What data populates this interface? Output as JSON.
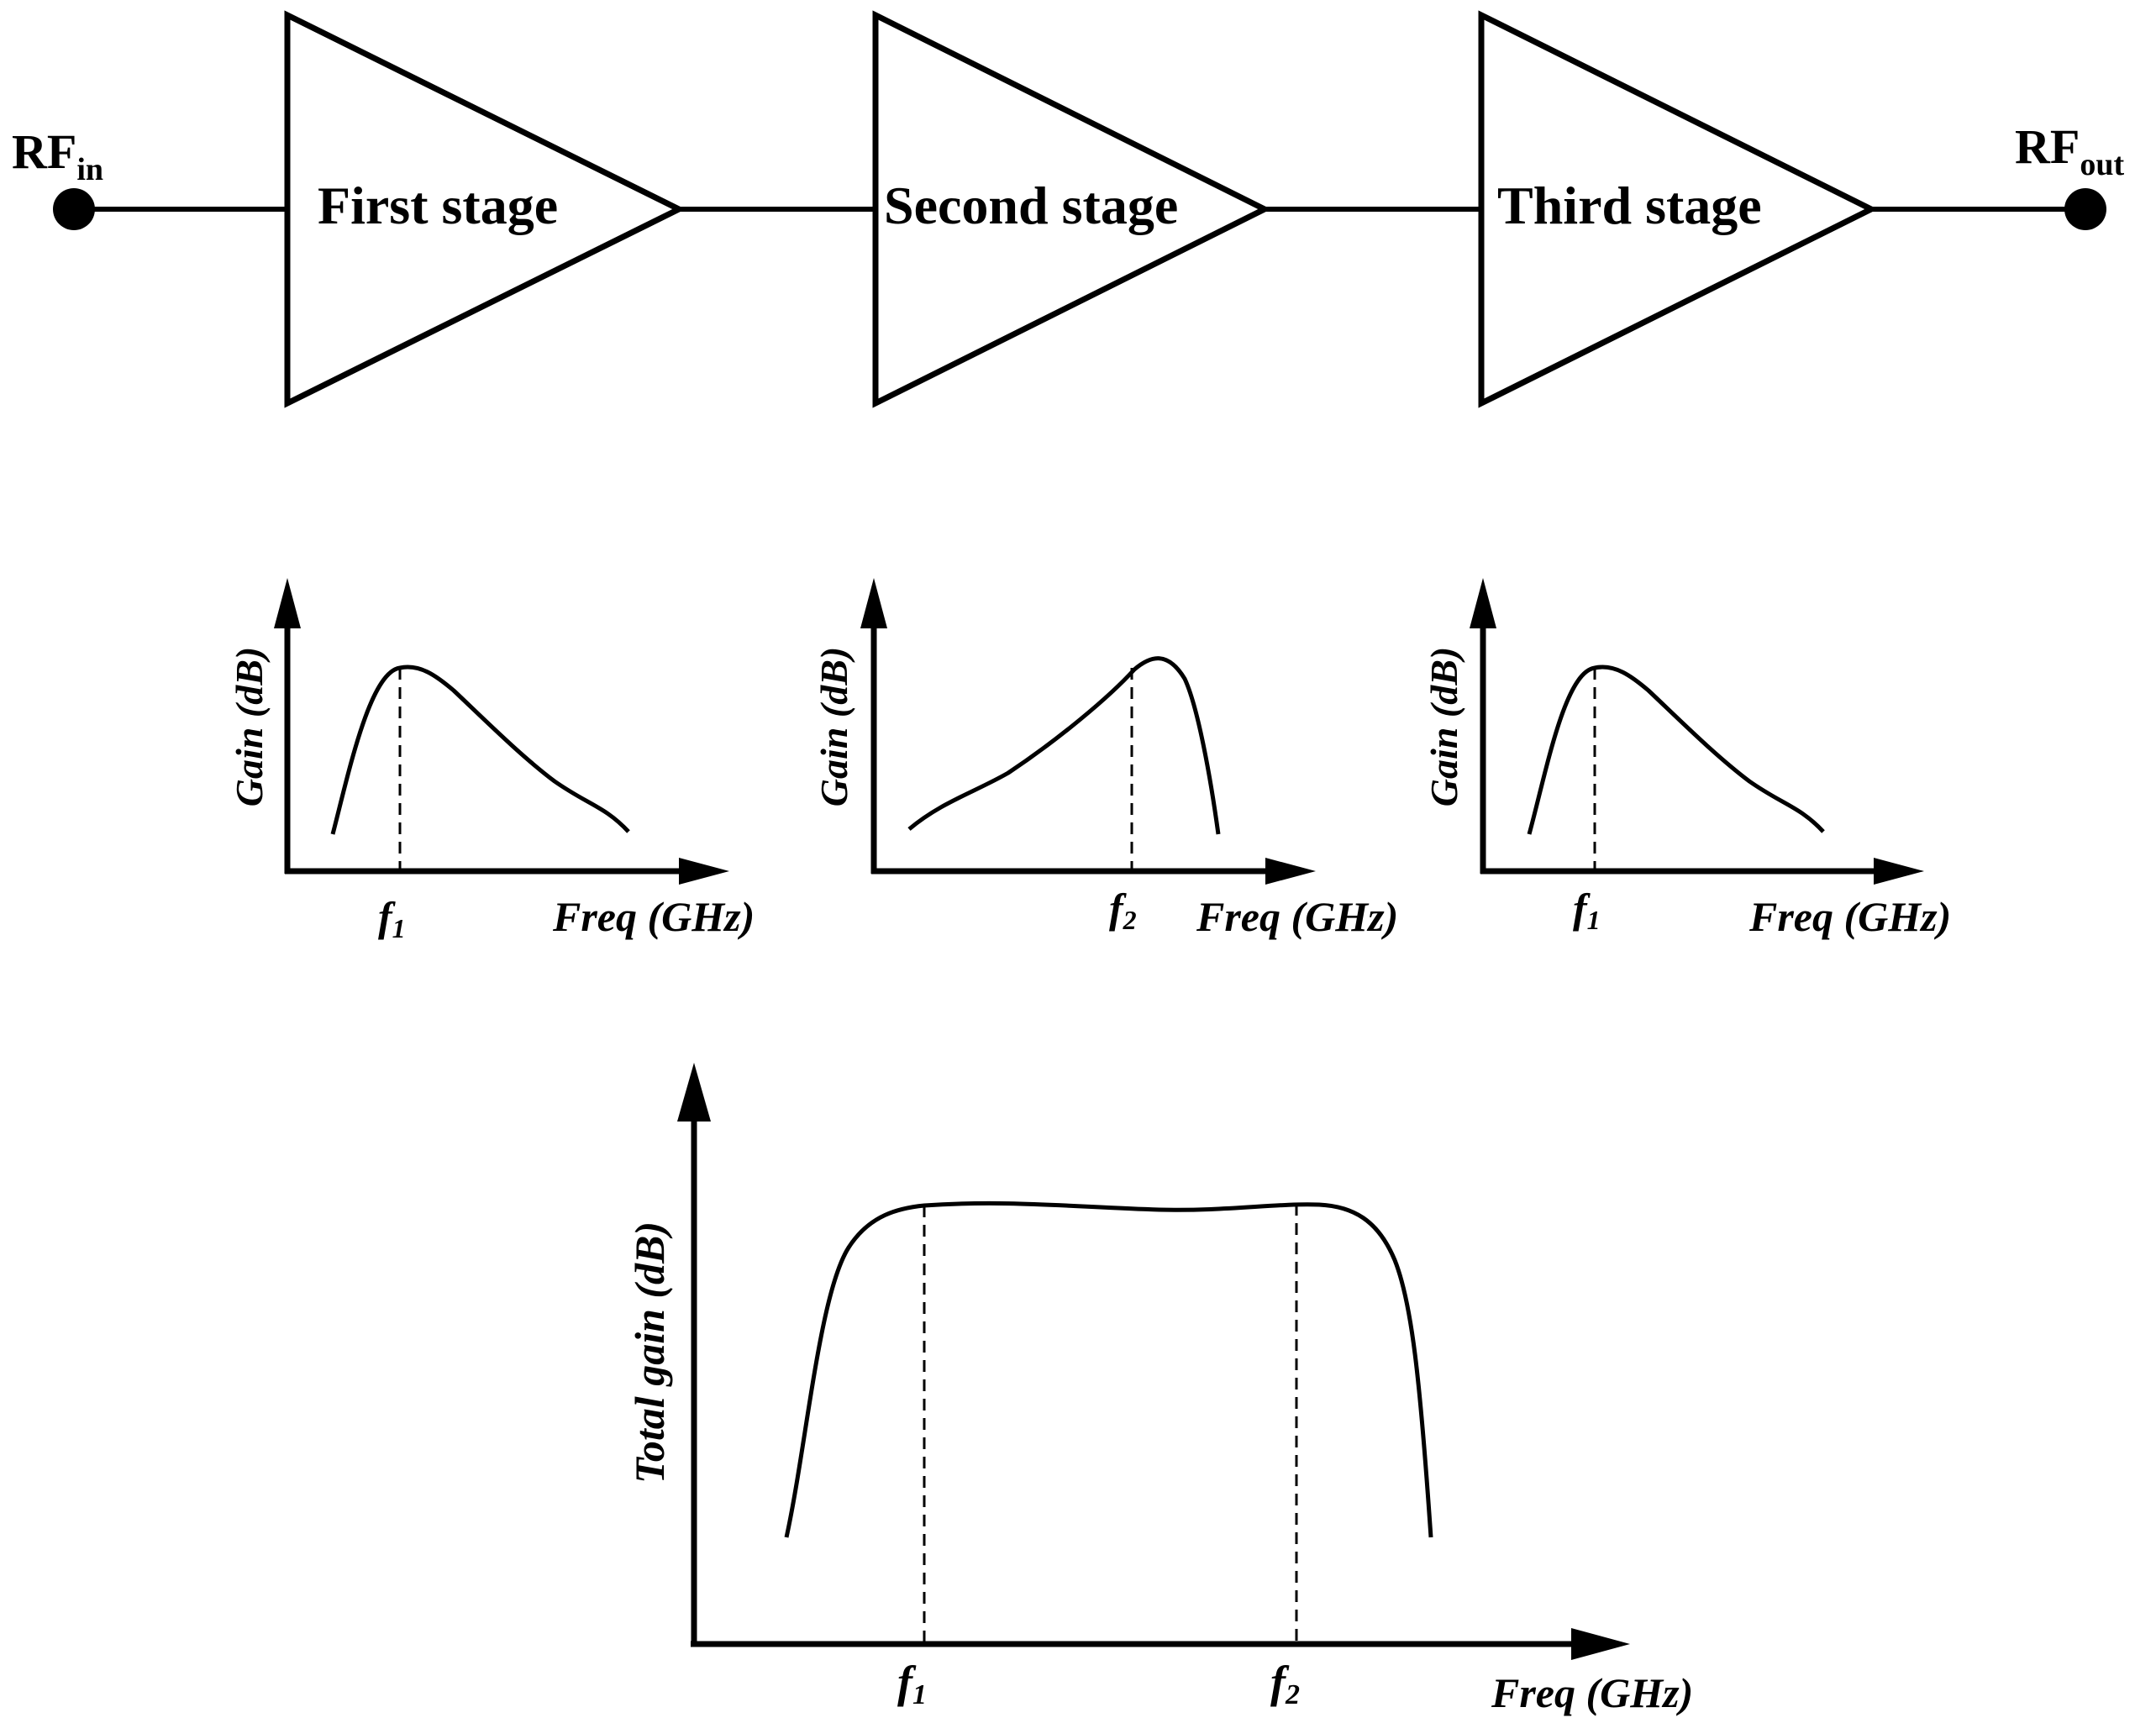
{
  "chain": {
    "input_label": "RF",
    "input_sub": "in",
    "output_label": "RF",
    "output_sub": "out",
    "stages": [
      {
        "label": "First stage"
      },
      {
        "label": "Second stage"
      },
      {
        "label": "Third stage"
      }
    ]
  },
  "stage_plots": [
    {
      "y_label": "Gain (dB)",
      "x_label": "Freq (GHz)",
      "marker": {
        "base": "f",
        "sub": "1"
      }
    },
    {
      "y_label": "Gain (dB)",
      "x_label": "Freq (GHz)",
      "marker": {
        "base": "f",
        "sub": "2"
      }
    },
    {
      "y_label": "Gain (dB)",
      "x_label": "Freq (GHz)",
      "marker": {
        "base": "f",
        "sub": "1"
      }
    }
  ],
  "total_plot": {
    "y_label": "Total gain (dB)",
    "x_label": "Freq (GHz)",
    "markers": [
      {
        "base": "f",
        "sub": "1"
      },
      {
        "base": "f",
        "sub": "2"
      }
    ]
  }
}
